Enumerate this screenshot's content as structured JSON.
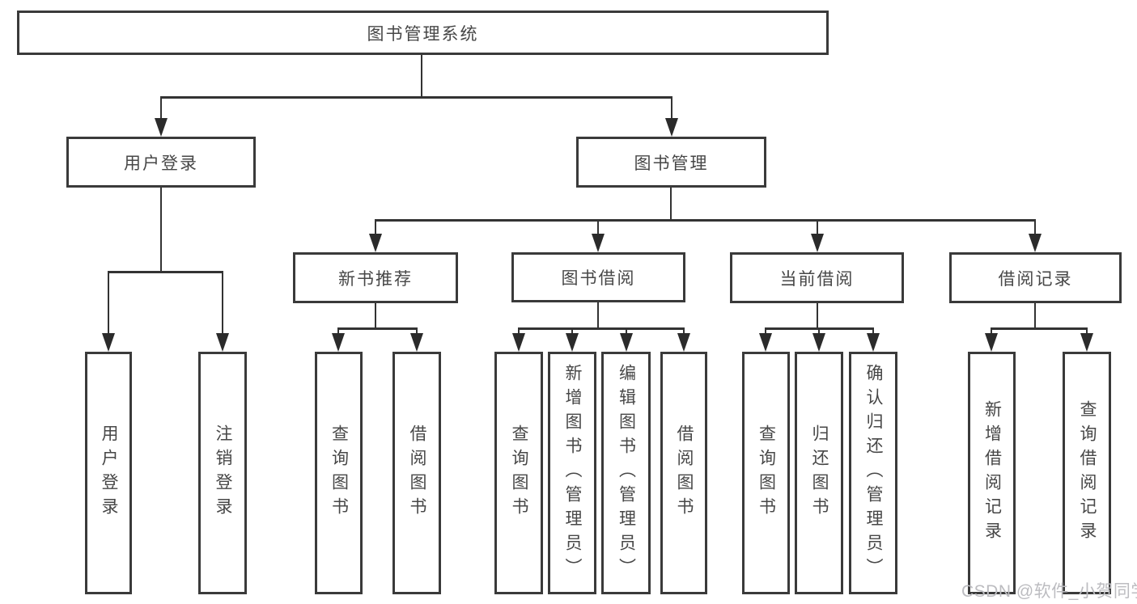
{
  "tree": {
    "label": "图书管理系统",
    "children": [
      {
        "label": "用户登录",
        "children": [
          {
            "label": "用户登录"
          },
          {
            "label": "注销登录"
          }
        ]
      },
      {
        "label": "图书管理",
        "children": [
          {
            "label": "新书推荐",
            "children": [
              {
                "label": "查询图书"
              },
              {
                "label": "借阅图书"
              }
            ]
          },
          {
            "label": "图书借阅",
            "children": [
              {
                "label": "查询图书"
              },
              {
                "label": "新增图书（管理员）"
              },
              {
                "label": "编辑图书（管理员）"
              },
              {
                "label": "借阅图书"
              }
            ]
          },
          {
            "label": "当前借阅",
            "children": [
              {
                "label": "查询图书"
              },
              {
                "label": "归还图书"
              },
              {
                "label": "确认归还（管理员）"
              }
            ]
          },
          {
            "label": "借阅记录",
            "children": [
              {
                "label": "新增借阅记录"
              },
              {
                "label": "查询借阅记录"
              }
            ]
          }
        ]
      }
    ]
  },
  "watermark": {
    "text": "CSDN @软件_小贺同学"
  },
  "colors": {
    "line": "#333333",
    "border": "#3a3a3a",
    "text": "#474747",
    "watermark": "#bcbcc0"
  }
}
